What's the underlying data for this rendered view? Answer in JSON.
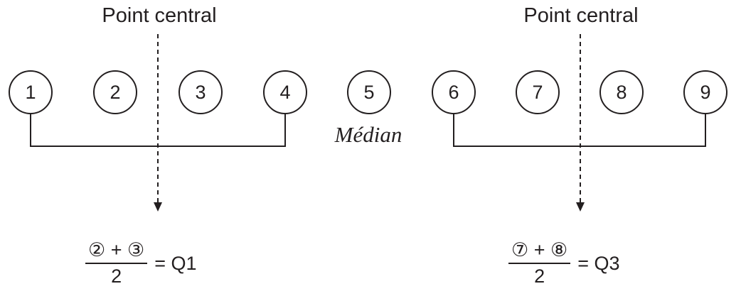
{
  "labels": {
    "central_left": "Point central",
    "central_right": "Point central",
    "median": "Médian"
  },
  "circles": [
    "1",
    "2",
    "3",
    "4",
    "5",
    "6",
    "7",
    "8",
    "9"
  ],
  "formula_q1": {
    "numerator": "② + ③",
    "denominator": "2",
    "result": "= Q1"
  },
  "formula_q3": {
    "numerator": "⑦ + ⑧",
    "denominator": "2",
    "result": "= Q3"
  },
  "colors": {
    "ink": "#231f20"
  }
}
